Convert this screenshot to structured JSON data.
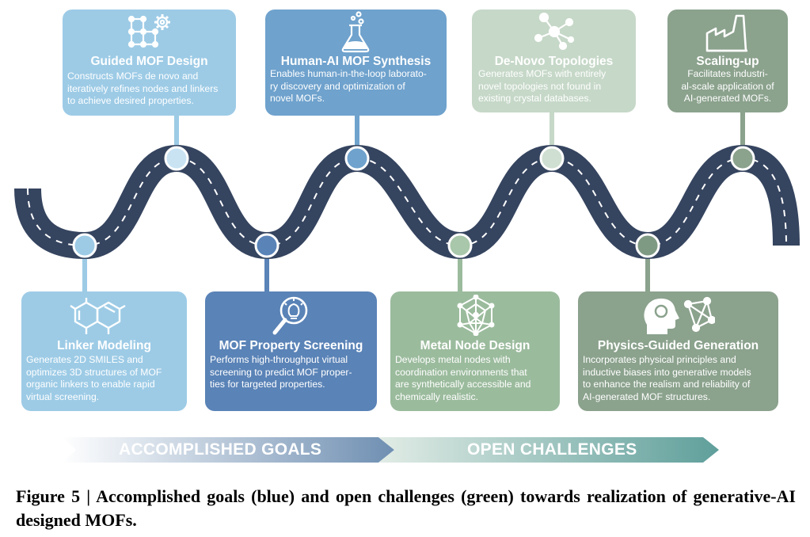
{
  "colors": {
    "road": "#35445f",
    "light_blue": "#9dcbe6",
    "mid_blue": "#6fa2cd",
    "dark_blue": "#5a83b7",
    "light_green": "#c6d8c8",
    "sage_green": "#9bbb9d",
    "dark_green": "#8ba28d"
  },
  "top_cards": [
    {
      "title": "Guided MOF Design",
      "desc": [
        "Constructs MOFs de novo and",
        "iteratively refines nodes and linkers",
        "to achieve desired properties."
      ],
      "icon": "grid-gear-icon"
    },
    {
      "title": "Human-AI MOF Synthesis",
      "desc": [
        "Enables human-in-the-loop laborato-",
        "ry discovery and optimization of",
        "novel MOFs."
      ],
      "icon": "flask-icon"
    },
    {
      "title": "De-Novo Topologies",
      "desc": [
        "Generates MOFs with entirely",
        "novel topologies not found in",
        "existing crystal databases."
      ],
      "icon": "network-node-icon"
    },
    {
      "title": "Scaling-up",
      "desc": [
        "Facilitates industri-",
        "al-scale application of",
        "AI-generated MOFs."
      ],
      "icon": "factory-icon"
    }
  ],
  "bottom_cards": [
    {
      "title": "Linker Modeling",
      "desc": [
        "Generates 2D SMILES and",
        "optimizes 3D structures of MOF",
        "organic linkers to enable rapid",
        "virtual screening."
      ],
      "icon": "molecule-icon"
    },
    {
      "title": "MOF Property Screening",
      "desc": [
        "Performs high-throughput virtual",
        "screening to predict MOF proper-",
        "ties for targeted properties."
      ],
      "icon": "magnifier-bulb-icon"
    },
    {
      "title": "Metal Node Design",
      "desc": [
        "Develops metal nodes with",
        "coordination environments that",
        "are synthetically accessible and",
        "chemically realistic."
      ],
      "icon": "polyhedron-icon"
    },
    {
      "title": "Physics-Guided Generation",
      "desc": [
        "Incorporates physical principles and",
        "inductive biases into generative models",
        "to enhance the realism and reliability of",
        "AI-generated MOF structures."
      ],
      "icon": "head-graph-icon"
    }
  ],
  "arrows": {
    "accomplished": "ACCOMPLISHED GOALS",
    "open": "OPEN CHALLENGES"
  },
  "caption": "Figure 5 | Accomplished goals (blue) and open challenges (green) towards realization of generative-AI designed MOFs."
}
